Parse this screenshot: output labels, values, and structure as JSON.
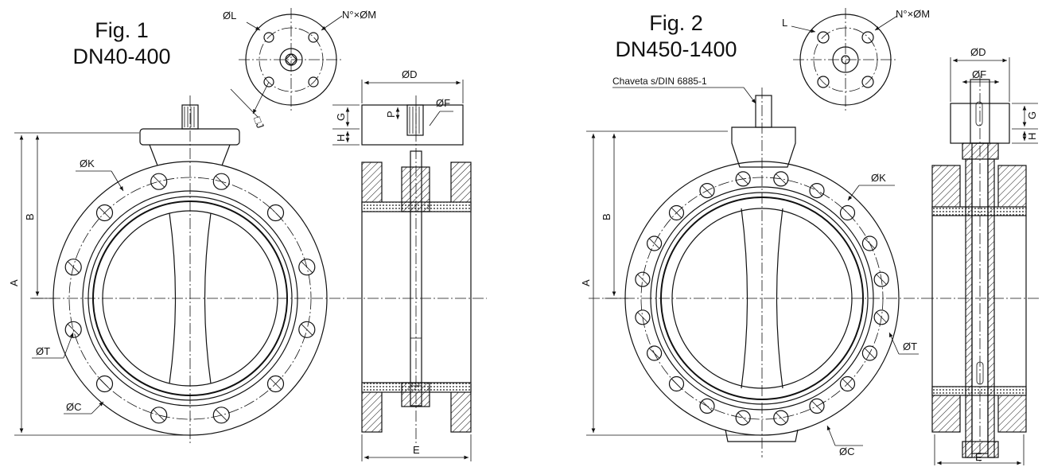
{
  "figure1": {
    "title_line1": "Fig. 1",
    "title_line2": "DN40-400",
    "labels": {
      "phi_l": "ØL",
      "n_phi_m": "N°×ØM",
      "pj": "□J",
      "phi_d": "ØD",
      "g": "G",
      "p": "P",
      "phi_f": "ØF",
      "h": "H",
      "phi_k": "ØK",
      "b": "B",
      "a": "A",
      "phi_t": "ØT",
      "phi_c": "ØC",
      "e": "E"
    }
  },
  "figure2": {
    "title_line1": "Fig. 2",
    "title_line2": "DN450-1400",
    "labels": {
      "l": "L",
      "n_phi_m": "N°×ØM",
      "key": "Chaveta s/DIN 6885-1",
      "phi_d": "ØD",
      "phi_f": "ØF",
      "g": "G",
      "h": "H",
      "phi_k": "ØK",
      "b": "B",
      "a": "A",
      "phi_t": "ØT",
      "phi_c": "ØC",
      "e": "E"
    }
  }
}
